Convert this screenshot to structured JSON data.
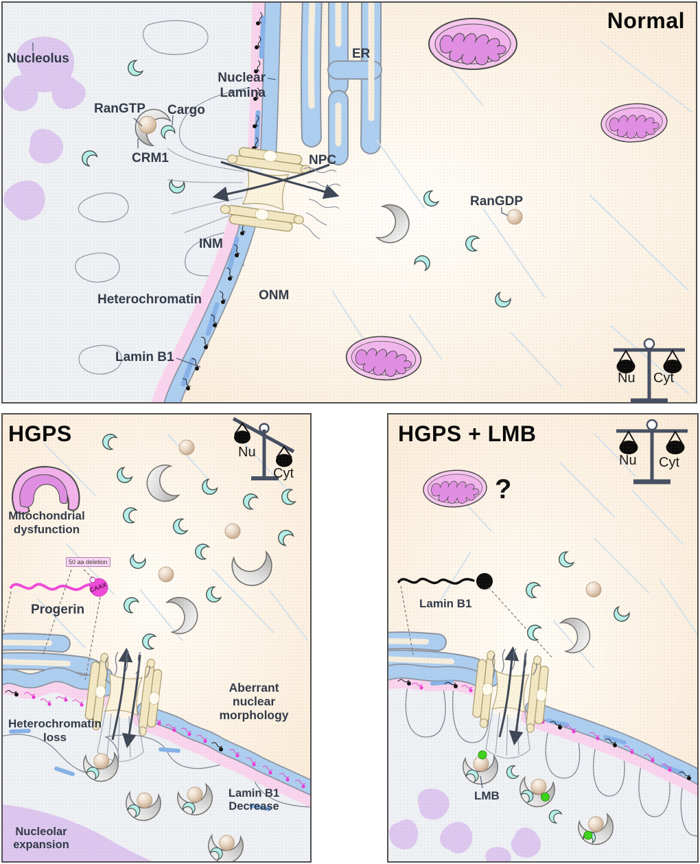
{
  "figure": {
    "type": "cell-biology-diagram",
    "topic": "Nucleocytoplasmic transport and nuclear lamina in Normal, HGPS, and HGPS + LMB cells"
  },
  "panels": {
    "normal": {
      "title": "Normal",
      "labels": {
        "nucleolus": "Nucleolus",
        "ran_gtp": "RanGTP",
        "cargo": "Cargo",
        "crm1": "CRM1",
        "nuclear_lamina": "Nuclear Lamina",
        "er": "ER",
        "npc": "NPC",
        "inm": "INM",
        "onm": "ONM",
        "heterochromatin": "Heterochromatin",
        "lamin_b1": "Lamin B1",
        "ran_gdp": "RanGDP"
      },
      "balance": {
        "nu": "Nu",
        "cyt": "Cyt",
        "state": "balanced"
      }
    },
    "hgps": {
      "title": "HGPS",
      "labels": {
        "mitochondrial_dysfunction": "Mitochondrial dysfunction",
        "deletion_box": "50 aa deletion",
        "caax": "CAAX",
        "progerin": "Progerin",
        "aberrant_morphology": "Aberrant nuclear morphology",
        "heterochromatin_loss": "Heterochromatin loss",
        "lamin_b1_decrease": "Lamin B1 Decrease",
        "nucleolar_expansion": "Nucleolar expansion"
      },
      "balance": {
        "nu": "Nu",
        "cyt": "Cyt",
        "state": "tilted-toward-cytoplasm"
      }
    },
    "hgps_lmb": {
      "title": "HGPS + LMB",
      "labels": {
        "question_mark": "?",
        "lamin_b1": "Lamin B1",
        "lmb": "LMB"
      },
      "balance": {
        "nu": "Nu",
        "cyt": "Cyt",
        "state": "balanced"
      }
    }
  },
  "colors": {
    "cytoplasm_peach": "#faeedd",
    "nucleus_gray": "#eef1f5",
    "nucleolus_lavender": "#dcc8f0",
    "membrane_blue": "#accff1",
    "lamina_pink": "#f9d4ef",
    "lamin_b1_blue": "#86b2e9",
    "npc_cream": "#f3e8c6",
    "cargo_cyan": "#b5efe9",
    "crm1_gray": "#c6c6c6",
    "ran_sphere_tan": "#cdb096",
    "progerin_magenta": "#ef49da",
    "lamina_dot_magenta": "#ea3bd8",
    "lmb_green": "#3fd41c",
    "mitochondria_pink": "#f6c8f0",
    "label_slate": "#333b49"
  }
}
